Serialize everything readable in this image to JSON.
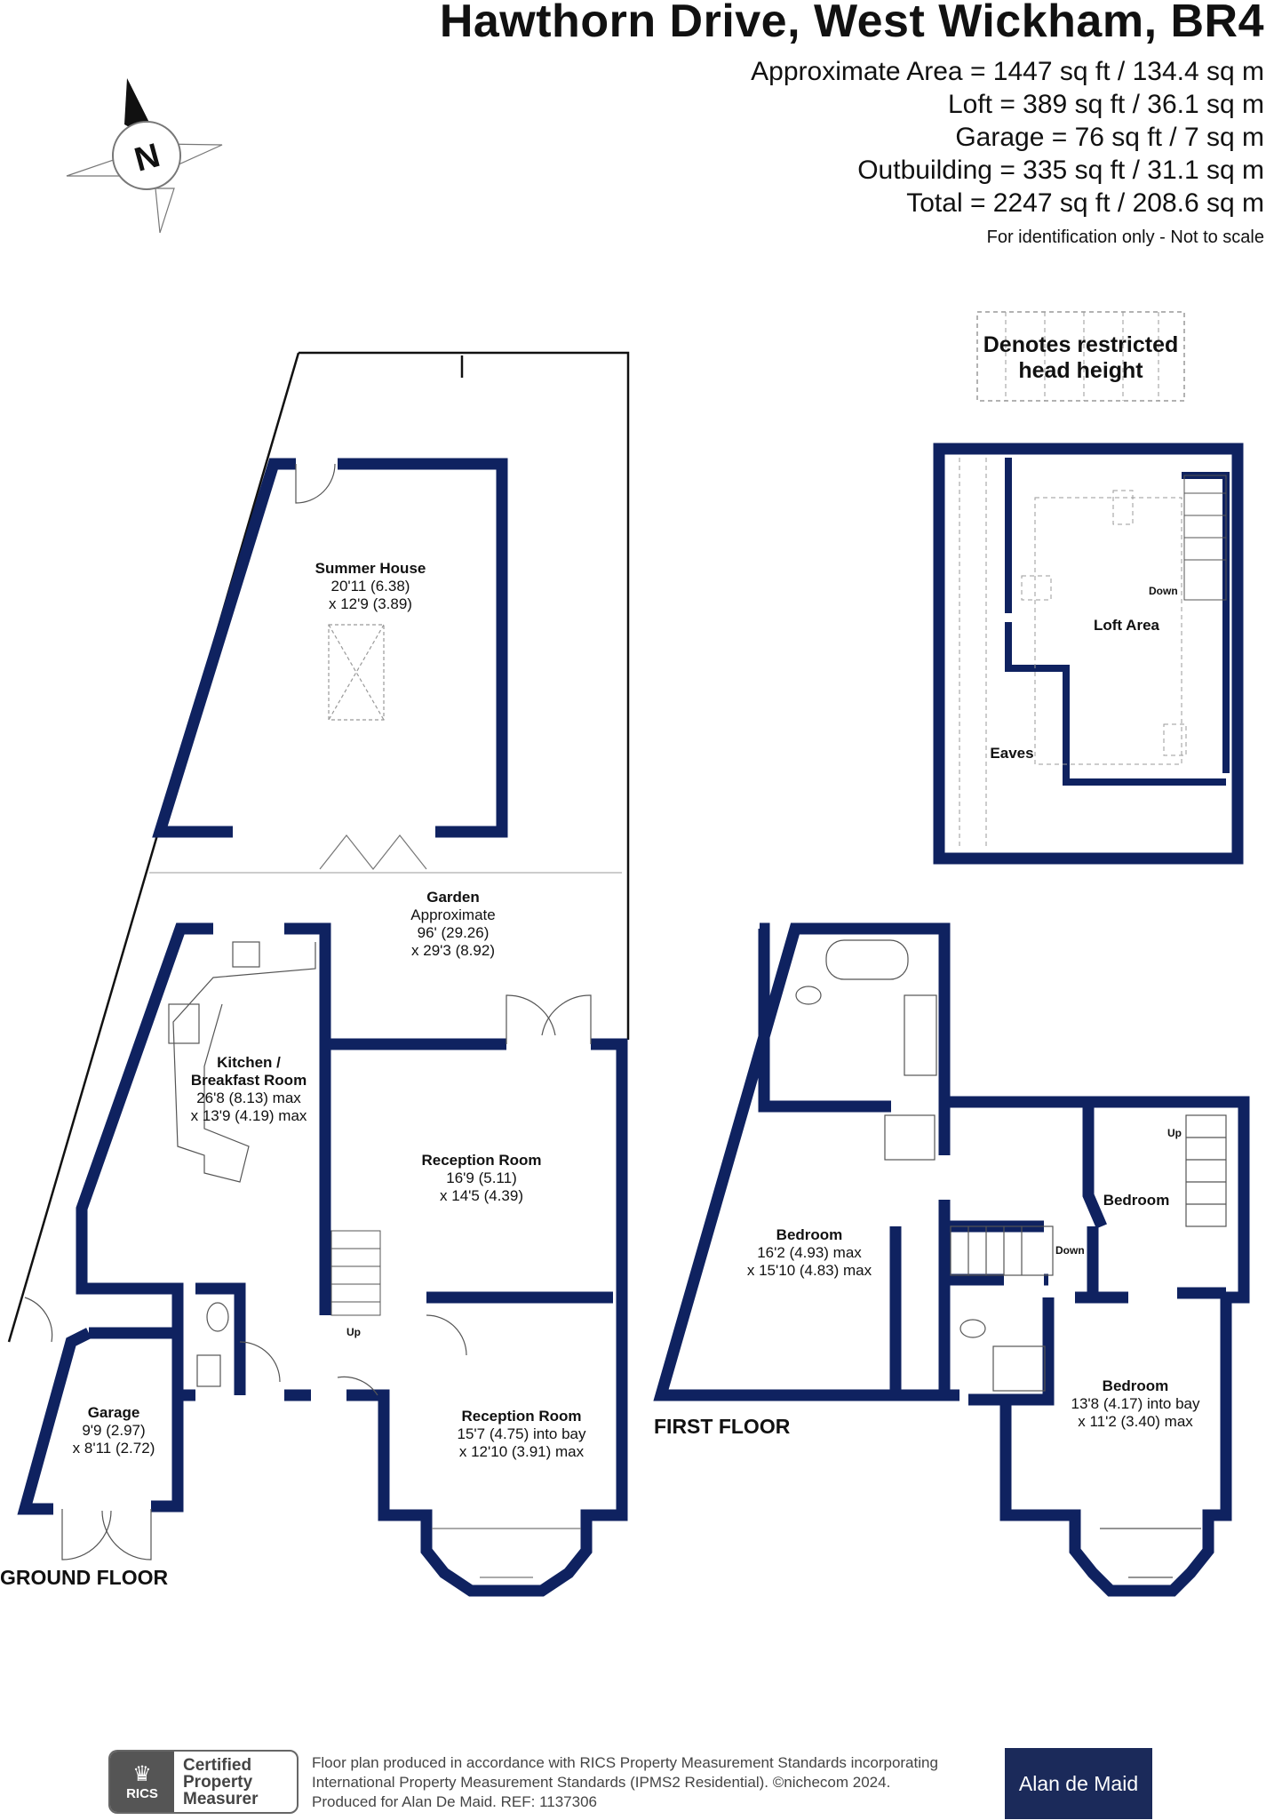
{
  "header": {
    "title": "Hawthorn Drive, West Wickham, BR4",
    "areas": [
      "Approximate Area = 1447 sq ft / 134.4 sq m",
      "Loft = 389 sq ft / 36.1 sq m",
      "Garage = 76 sq ft / 7 sq m",
      "Outbuilding = 335 sq ft / 31.1 sq m",
      "Total = 2247 sq ft / 208.6 sq m"
    ],
    "disclaimer": "For identification only - Not to scale"
  },
  "compass": {
    "letter": "N",
    "icon": "compass-icon"
  },
  "legend": {
    "line1": "Denotes restricted",
    "line2": "head height"
  },
  "colors": {
    "wall": "#0f2260",
    "text": "#111111",
    "brand_bg": "#1b2a5a"
  },
  "ground_floor": {
    "label": "GROUND FLOOR",
    "rooms": {
      "summer_house": {
        "name": "Summer House",
        "dim1": "20'11 (6.38)",
        "dim2": "x 12'9 (3.89)"
      },
      "garden": {
        "name": "Garden",
        "dim0": "Approximate",
        "dim1": "96' (29.26)",
        "dim2": "x 29'3 (8.92)"
      },
      "kitchen": {
        "name1": "Kitchen /",
        "name2": "Breakfast Room",
        "dim1": "26'8 (8.13) max",
        "dim2": "x 13'9 (4.19) max"
      },
      "reception1": {
        "name": "Reception Room",
        "dim1": "16'9 (5.11)",
        "dim2": "x 14'5 (4.39)"
      },
      "reception2": {
        "name": "Reception Room",
        "dim1": "15'7 (4.75) into bay",
        "dim2": "x 12'10 (3.91) max"
      },
      "garage": {
        "name": "Garage",
        "dim1": "9'9 (2.97)",
        "dim2": "x 8'11 (2.72)"
      }
    },
    "stairs_label": "Up"
  },
  "first_floor": {
    "label": "FIRST FLOOR",
    "rooms": {
      "bedroom1": {
        "name": "Bedroom",
        "dim1": "16'2 (4.93) max",
        "dim2": "x 15'10 (4.83) max"
      },
      "bedroom2": {
        "name": "Bedroom"
      },
      "bedroom3": {
        "name": "Bedroom",
        "dim1": "13'8 (4.17) into bay",
        "dim2": "x 11'2 (3.40) max"
      }
    },
    "stairs_down": "Down",
    "stairs_up": "Up"
  },
  "loft": {
    "area_label": "Loft Area",
    "eaves_label": "Eaves",
    "stairs_label": "Down"
  },
  "footer": {
    "line1": "Floor plan produced in accordance with RICS Property Measurement Standards incorporating",
    "line2": "International Property Measurement Standards (IPMS2 Residential).  ©nichecom 2024.",
    "line3": "Produced for Alan De Maid.   REF:  1137306",
    "rics_mark": "RICS",
    "cert1": "Certified",
    "cert2": "Property",
    "cert3": "Measurer",
    "brand": "Alan de Maid"
  }
}
